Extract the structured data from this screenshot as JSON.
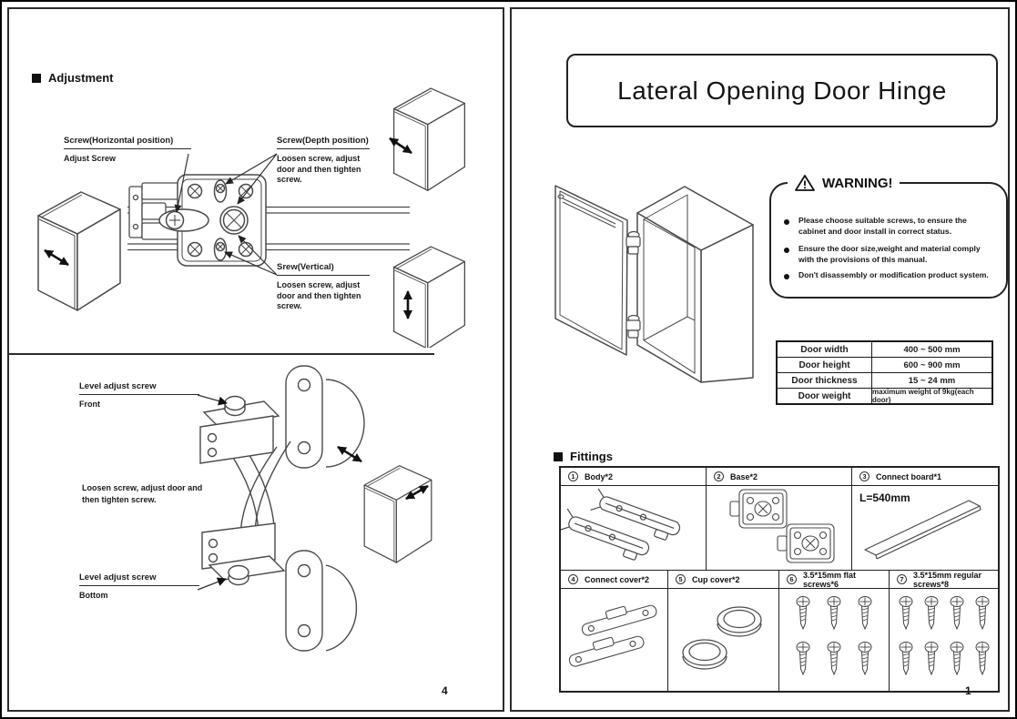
{
  "left_page": {
    "page_number": "4",
    "adjustment": {
      "section_title": "Adjustment",
      "screw_horizontal": {
        "title": "Screw(Horizontal position)",
        "sub": "Adjust Screw"
      },
      "screw_depth": {
        "title": "Screw(Depth position)",
        "sub": "Loosen screw, adjust door and then tighten screw."
      },
      "screw_vertical": {
        "title": "Srew(Vertical)",
        "sub": "Loosen screw, adjust door and then tighten screw."
      },
      "level_front": {
        "title": "Level adjust screw",
        "sub": "Front"
      },
      "level_note": "Loosen screw, adjust door and then tighten screw.",
      "level_bottom": {
        "title": "Level adjust screw",
        "sub": "Bottom"
      }
    }
  },
  "right_page": {
    "page_number": "1",
    "title": "Lateral Opening Door Hinge",
    "warning": {
      "title": "WARNING!",
      "items": [
        "Please choose suitable screws, to ensure the cabinet and door install in correct status.",
        "Ensure the door size,weight and material comply with the provisions of this manual.",
        "Don't disassembly or modification product system."
      ]
    },
    "specs": {
      "rows": [
        {
          "label": "Door width",
          "value": "400 ~ 500 mm"
        },
        {
          "label": "Door height",
          "value": "600 ~ 900 mm"
        },
        {
          "label": "Door thickness",
          "value": "15 ~ 24 mm"
        },
        {
          "label": "Door weight",
          "value": "maximum weight of 9kg(each door)"
        }
      ]
    },
    "fittings": {
      "section_title": "Fittings",
      "items": [
        {
          "num": "1",
          "label": "Body*2"
        },
        {
          "num": "2",
          "label": "Base*2"
        },
        {
          "num": "3",
          "label": "Connect board*1",
          "note": "L=540mm"
        },
        {
          "num": "4",
          "label": "Connect cover*2"
        },
        {
          "num": "5",
          "label": "Cup cover*2"
        },
        {
          "num": "6",
          "label": "3.5*15mm flat screws*6"
        },
        {
          "num": "7",
          "label": "3.5*15mm regular screws*8"
        }
      ]
    }
  }
}
